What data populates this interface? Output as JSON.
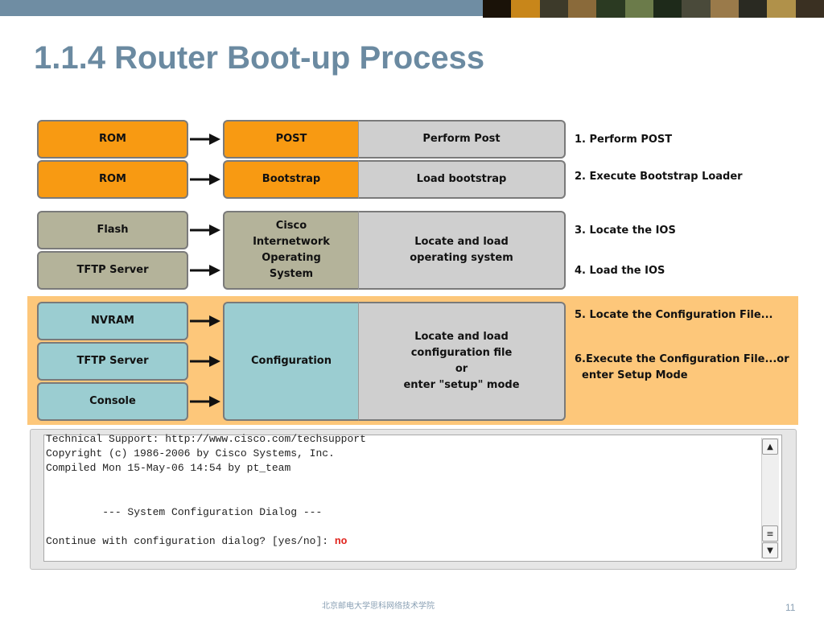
{
  "slide": {
    "title": "1.1.4 Router Boot-up Process",
    "footer": "北京邮电大学思科网络技术学院",
    "page_number": "11"
  },
  "diagram": {
    "sources": [
      "ROM",
      "ROM",
      "Flash",
      "TFTP Server",
      "NVRAM",
      "TFTP Server",
      "Console"
    ],
    "components": [
      "POST",
      "Bootstrap",
      "Cisco\nInternetwork\nOperating\nSystem",
      "Configuration"
    ],
    "actions": [
      "Perform Post",
      "Load bootstrap",
      "Locate and load\noperating system",
      "Locate and load\nconfiguration file\nor\nenter \"setup\" mode"
    ],
    "steps": [
      "1. Perform POST",
      "2. Execute Bootstrap Loader",
      "3. Locate the IOS",
      "4. Load the IOS",
      "5. Locate the Configuration File...",
      "6.Execute the Configuration File...or\n  enter Setup Mode"
    ],
    "colors": {
      "rom": "#f89a12",
      "ios": "#b4b39a",
      "config": "#9bcdd1",
      "action": "#cfcfcf",
      "band": "#fdc77a"
    }
  },
  "terminal": {
    "lines": [
      "Technical Support: http://www.cisco.com/techsupport",
      "Copyright (c) 1986-2006 by Cisco Systems, Inc.",
      "Compiled Mon 15-May-06 14:54 by pt_team",
      "",
      "",
      "         --- System Configuration Dialog ---",
      "",
      "Continue with configuration dialog? [yes/no]: "
    ],
    "answer": "no",
    "scroll_up_icon": "arrow-up-icon",
    "scroll_down_icon": "arrow-down-icon"
  }
}
